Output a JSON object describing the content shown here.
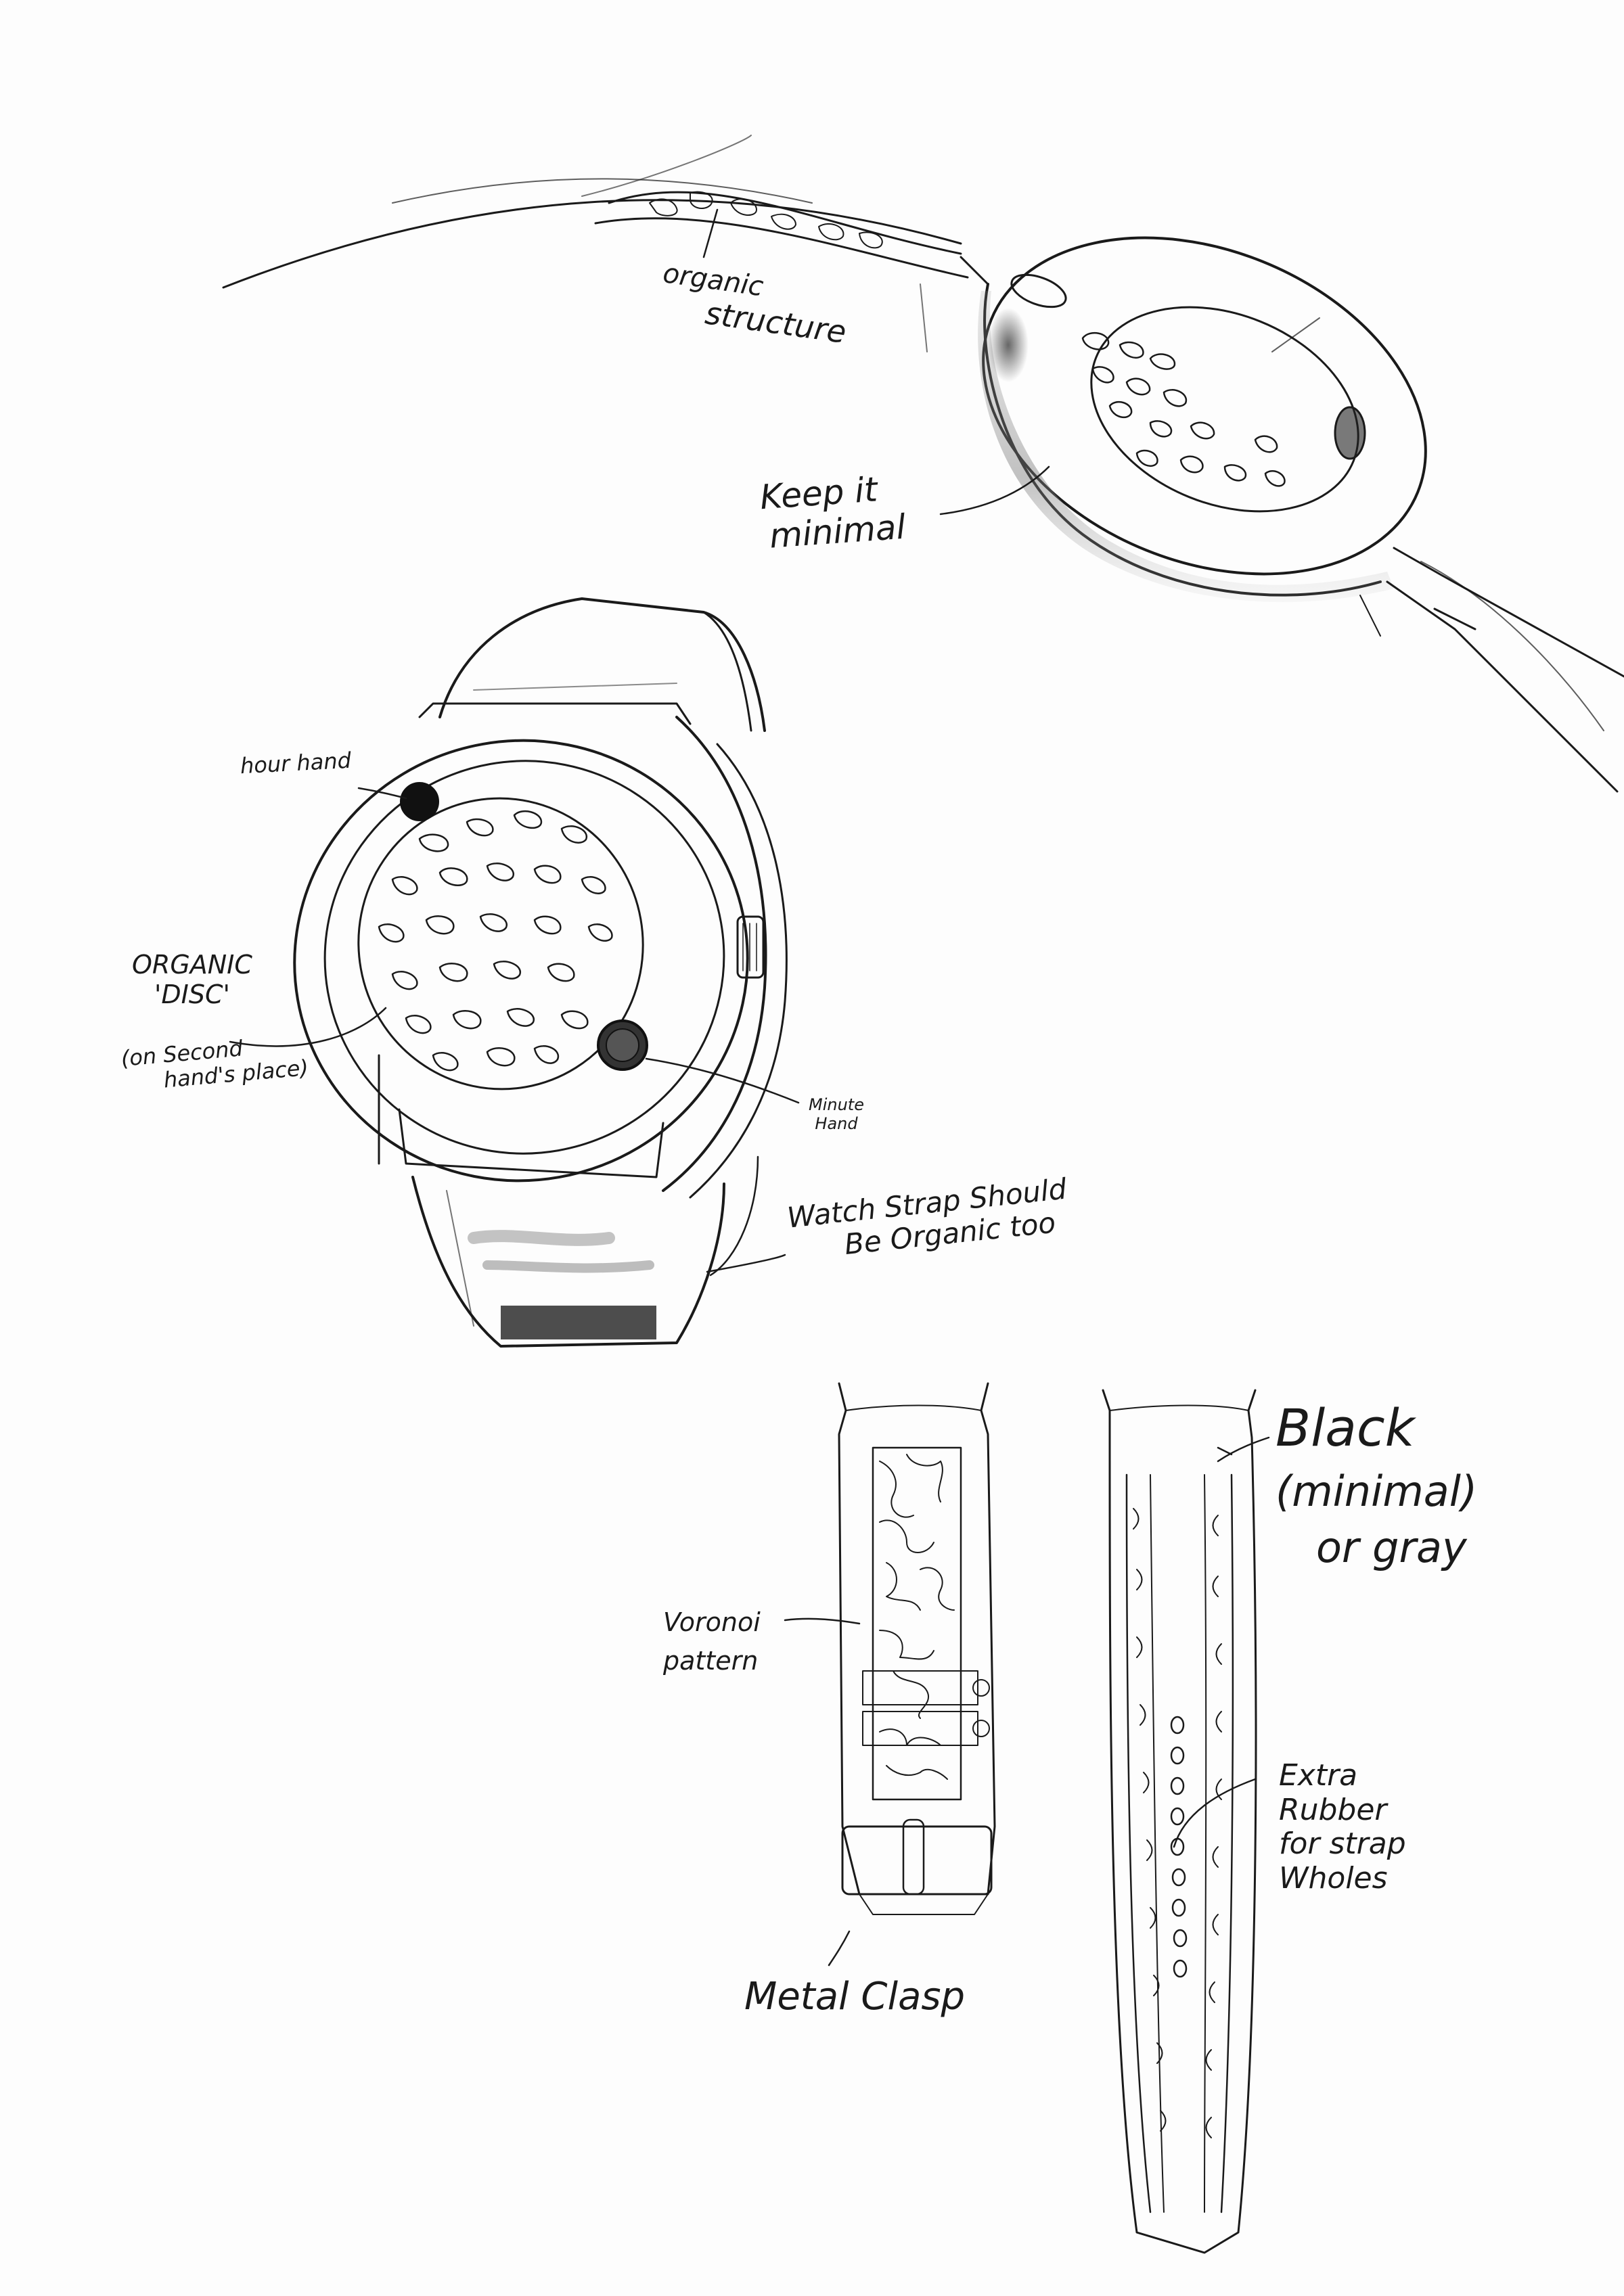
{
  "annotations": {
    "organic_structure": [
      "organic",
      "structure"
    ],
    "keep_it_minimal": [
      "Keep it",
      "minimal"
    ],
    "hour_hand": "hour hand",
    "organic_disc": [
      "ORGANIC",
      "'DISC'"
    ],
    "second_hand_place": [
      "(on Second",
      "hand's place)"
    ],
    "minute_hand": [
      "Minute",
      "Hand"
    ],
    "watch_strap": [
      "Watch Strap Should",
      "Be Organic too"
    ],
    "black_minimal": [
      "Black",
      "(minimal)",
      "or gray"
    ],
    "voronoi": [
      "Voronoi",
      "pattern"
    ],
    "extra_rubber": [
      "Extra",
      "Rubber",
      "for strap",
      "Wholes"
    ],
    "metal_clasp": "Metal Clasp"
  },
  "colors": {
    "ink": "#1a1a1a",
    "shade": "#6b6b6b",
    "paper": "#fdfdfd",
    "hand_fill": "#111111"
  }
}
